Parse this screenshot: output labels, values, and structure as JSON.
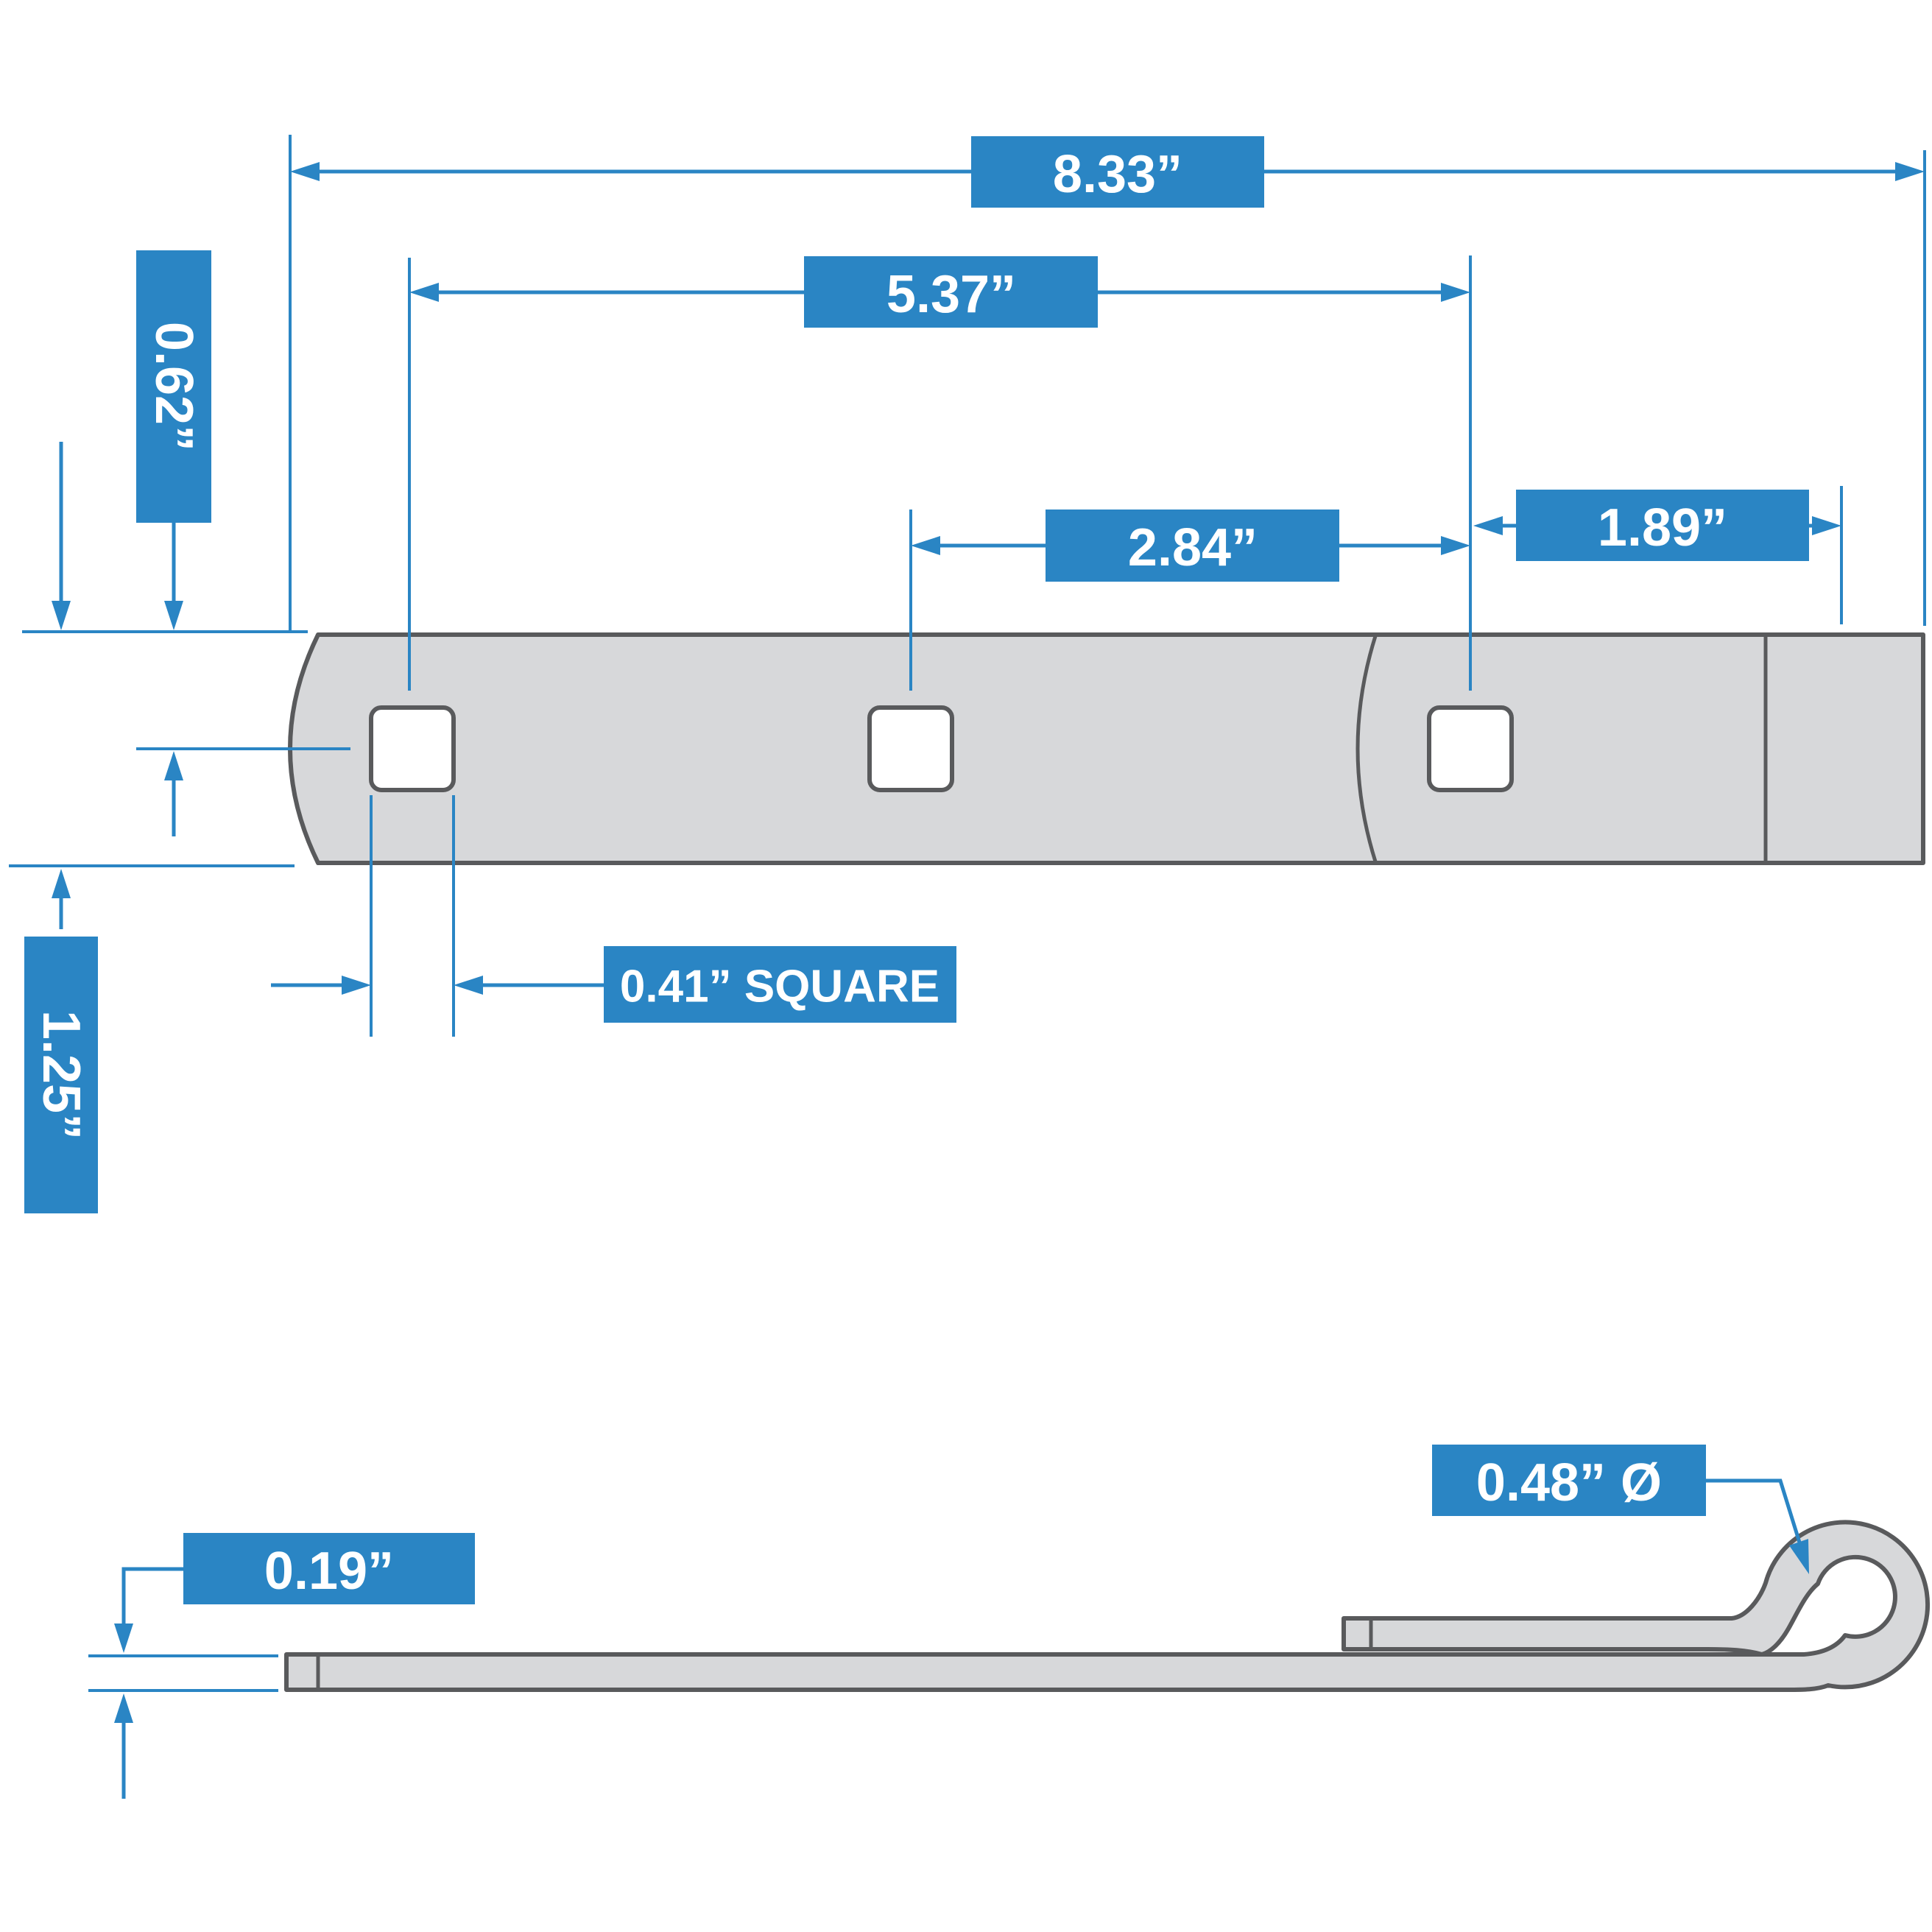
{
  "diagram": {
    "dimensions": {
      "overall_length": "8.33”",
      "first_to_last_hole": "5.37”",
      "middle_to_last_hole": "2.84”",
      "last_hole_to_end": "1.89”",
      "top_edge_to_hole_center": "0.62”",
      "strap_width": "1.25”",
      "hole_size": "0.41” SQUARE",
      "strap_thickness": "0.19”",
      "loop_inner_diameter": "0.48” Ø"
    },
    "colors": {
      "accent_blue": "#2a85c4",
      "part_fill": "#d7d8da",
      "part_outline": "#595a5c",
      "label_text": "#ffffff",
      "background": "#ffffff"
    }
  }
}
